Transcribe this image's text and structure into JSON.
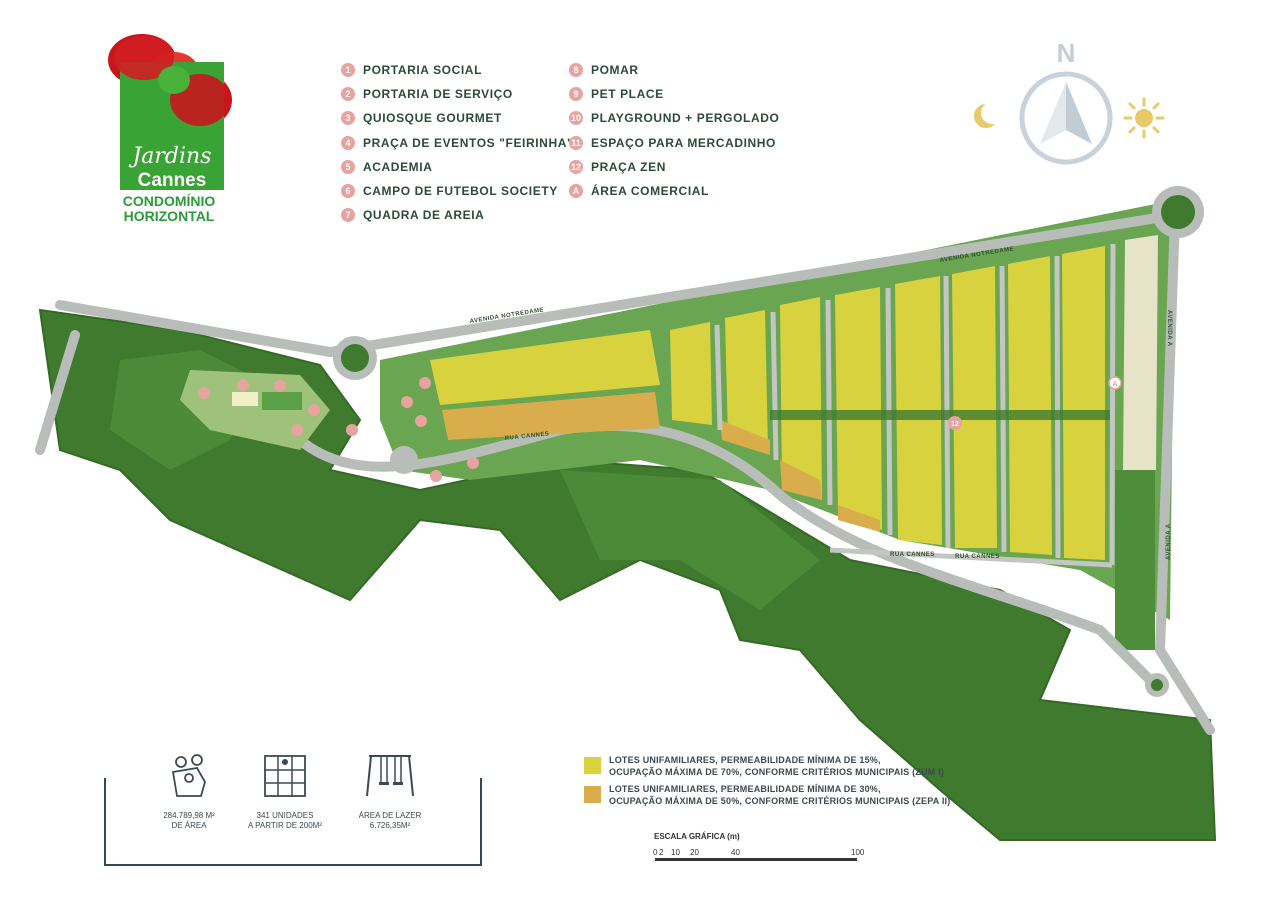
{
  "logo": {
    "script": "Jardins",
    "name": "Cannes",
    "subtitle_line1": "CONDOMÍNIO",
    "subtitle_line2": "HORIZONTAL"
  },
  "legend_left": [
    {
      "num": "1",
      "label": "PORTARIA SOCIAL"
    },
    {
      "num": "2",
      "label": "PORTARIA DE SERVIÇO"
    },
    {
      "num": "3",
      "label": "QUIOSQUE GOURMET"
    },
    {
      "num": "4",
      "label": "PRAÇA DE EVENTOS \"FEIRINHA\""
    },
    {
      "num": "5",
      "label": "ACADEMIA"
    },
    {
      "num": "6",
      "label": "CAMPO DE FUTEBOL SOCIETY"
    },
    {
      "num": "7",
      "label": "QUADRA DE AREIA"
    }
  ],
  "legend_right": [
    {
      "num": "8",
      "label": "POMAR"
    },
    {
      "num": "9",
      "label": "PET PLACE"
    },
    {
      "num": "10",
      "label": "PLAYGROUND + PERGOLADO"
    },
    {
      "num": "11",
      "label": "ESPAÇO PARA MERCADINHO"
    },
    {
      "num": "12",
      "label": "PRAÇA ZEN"
    },
    {
      "num": "A",
      "label": "ÁREA COMERCIAL"
    }
  ],
  "compass": {
    "north": "N",
    "icon_left": "moon-icon",
    "icon_right": "sun-icon"
  },
  "stats": [
    {
      "icon": "map-pin-icon",
      "line1": "284.789,98 M²",
      "line2": "DE ÁREA"
    },
    {
      "icon": "lots-grid-icon",
      "line1": "341 UNIDADES",
      "line2": "A PARTIR DE 200M²"
    },
    {
      "icon": "swing-icon",
      "line1": "ÁREA DE LAZER",
      "line2": "6.726,35M²"
    }
  ],
  "zones": [
    {
      "color": "#d9d23f",
      "line1": "LOTES UNIFAMILIARES, PERMEABILIDADE MÍNIMA DE 15%,",
      "line2": "OCUPAÇÃO MÁXIMA DE 70%, CONFORME CRITÉRIOS MUNICIPAIS (ZUM I)"
    },
    {
      "color": "#d9ad4c",
      "line1": "LOTES UNIFAMILIARES, PERMEABILIDADE MÍNIMA DE 30%,",
      "line2": "OCUPAÇÃO MÁXIMA DE 50%, CONFORME CRITÉRIOS MUNICIPAIS (ZEPA II)"
    }
  ],
  "scale": {
    "title": "ESCALA GRÁFICA (m)",
    "ticks": [
      "0",
      "2",
      "10",
      "20",
      "40",
      "100"
    ]
  },
  "map_labels": {
    "avenida_notredame": "AVENIDA NOTREDAME",
    "avenida_a": "AVENIDA A",
    "rua_cannes": "RUA CANNES",
    "area_comercial_marker": "A",
    "praca_zen_marker": "12"
  },
  "colors": {
    "green": "#3aa335",
    "forest": "#3f7a2e",
    "road": "#b9bdb9",
    "lot_yellow": "#d9d23f",
    "lot_orange": "#d9ad4c",
    "marker": "#e7a3a0"
  }
}
